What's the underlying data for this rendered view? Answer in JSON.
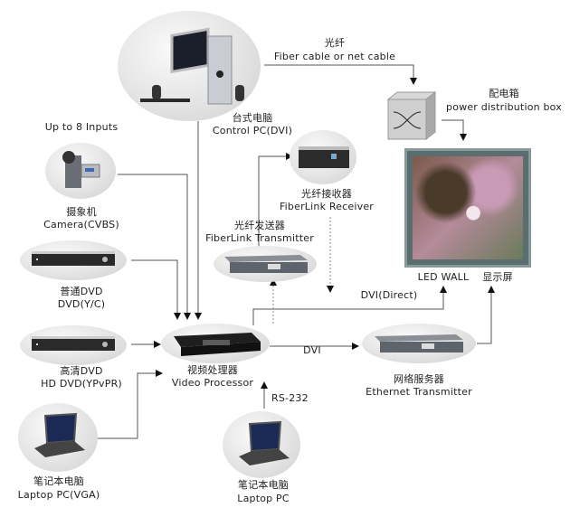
{
  "diagram": {
    "title_inputs": "Up to 8 Inputs",
    "nodes": {
      "control_pc": {
        "zh": "台式电脑",
        "en": "Control PC(DVI)"
      },
      "camera": {
        "zh": "摄象机",
        "en": "Camera(CVBS)"
      },
      "dvd": {
        "zh": "普通DVD",
        "en": "DVD(Y/C)"
      },
      "hd_dvd": {
        "zh": "高清DVD",
        "en": "HD DVD(YPvPR)"
      },
      "laptop_vga": {
        "zh": "笔记本电脑",
        "en": "Laptop PC(VGA)"
      },
      "laptop_rs232": {
        "zh": "笔记本电脑",
        "en": "Laptop PC"
      },
      "video_processor": {
        "zh": "视频处理器",
        "en": "Video Processor"
      },
      "fiber_transmitter": {
        "zh": "光纤发送器",
        "en": "FiberLink Transmitter"
      },
      "fiber_receiver": {
        "zh": "光纤接收器",
        "en": "FiberLink Receiver"
      },
      "ethernet_transmitter": {
        "zh": "网络服务器",
        "en": "Ethernet Transmitter"
      },
      "power_box": {
        "zh": "配电箱",
        "en": "power distribution box"
      },
      "led_wall": {
        "en": "LED WALL",
        "zh": "显示屏"
      }
    },
    "edges": {
      "fiber_cable": {
        "zh": "光纤",
        "en": "Fiber cable or net cable"
      },
      "dvi_direct": "DVI(Direct)",
      "dvi": "DVI",
      "rs232": "RS-232"
    }
  }
}
